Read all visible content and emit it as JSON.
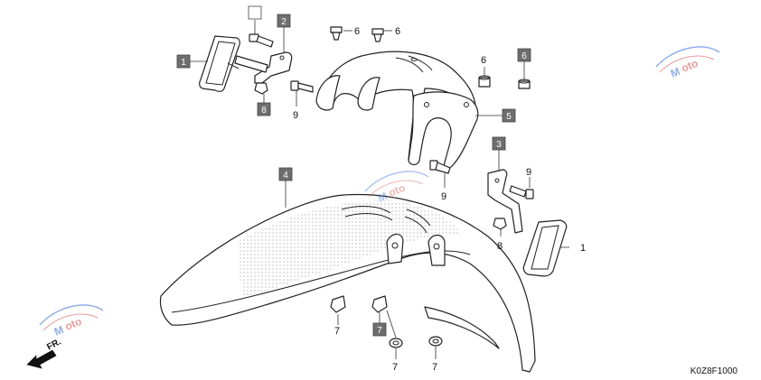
{
  "diagram": {
    "drawing_code": "K0Z8F1000",
    "front_indicator": "FR.",
    "watermark": {
      "text": "MOTO",
      "brand_color": "#3a6fd8",
      "accent_color": "#d94a4a"
    },
    "callouts": {
      "c1_top": "1",
      "c1_right": "1",
      "c2": "2",
      "c3": "3",
      "c4": "4",
      "c5": "5",
      "c6_a": "6",
      "c6_b": "6",
      "c6_c": "6",
      "c6_d": "6",
      "c7_a": "7",
      "c7_b": "7",
      "c7_c": "7",
      "c7_d": "7",
      "c8_a": "8",
      "c8_b": "8",
      "c9_a": "9",
      "c9_b": "9",
      "c9_c": "9"
    },
    "empty_box": ""
  }
}
